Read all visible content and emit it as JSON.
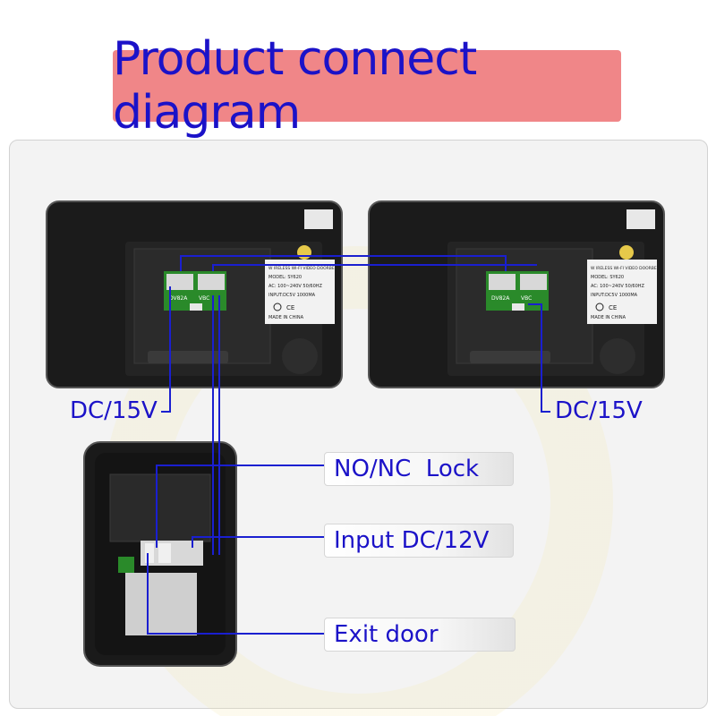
{
  "title": "Product connect diagram",
  "labels": {
    "dc_left": "DC/15V",
    "dc_right": "DC/15V",
    "lock": "NO/NC  Lock",
    "input": "Input DC/12V",
    "exit": "Exit door"
  },
  "monitor_sticker": {
    "line1": "W IRELESS WI-FI  VIDEO DOORBELL",
    "line2": "MODEL: SY620",
    "line3": "AC: 100~240V  50/60HZ",
    "line4": "INPUT:DC5V   1000MA",
    "line5": "MADE IN CHINA"
  },
  "port_labels": {
    "a": "DV82A",
    "b": "VBC"
  },
  "colors": {
    "wire": "#1a1fd0",
    "title_bg": "#f08688",
    "title_text": "#1b12c8",
    "device": "#1c1c1c"
  }
}
